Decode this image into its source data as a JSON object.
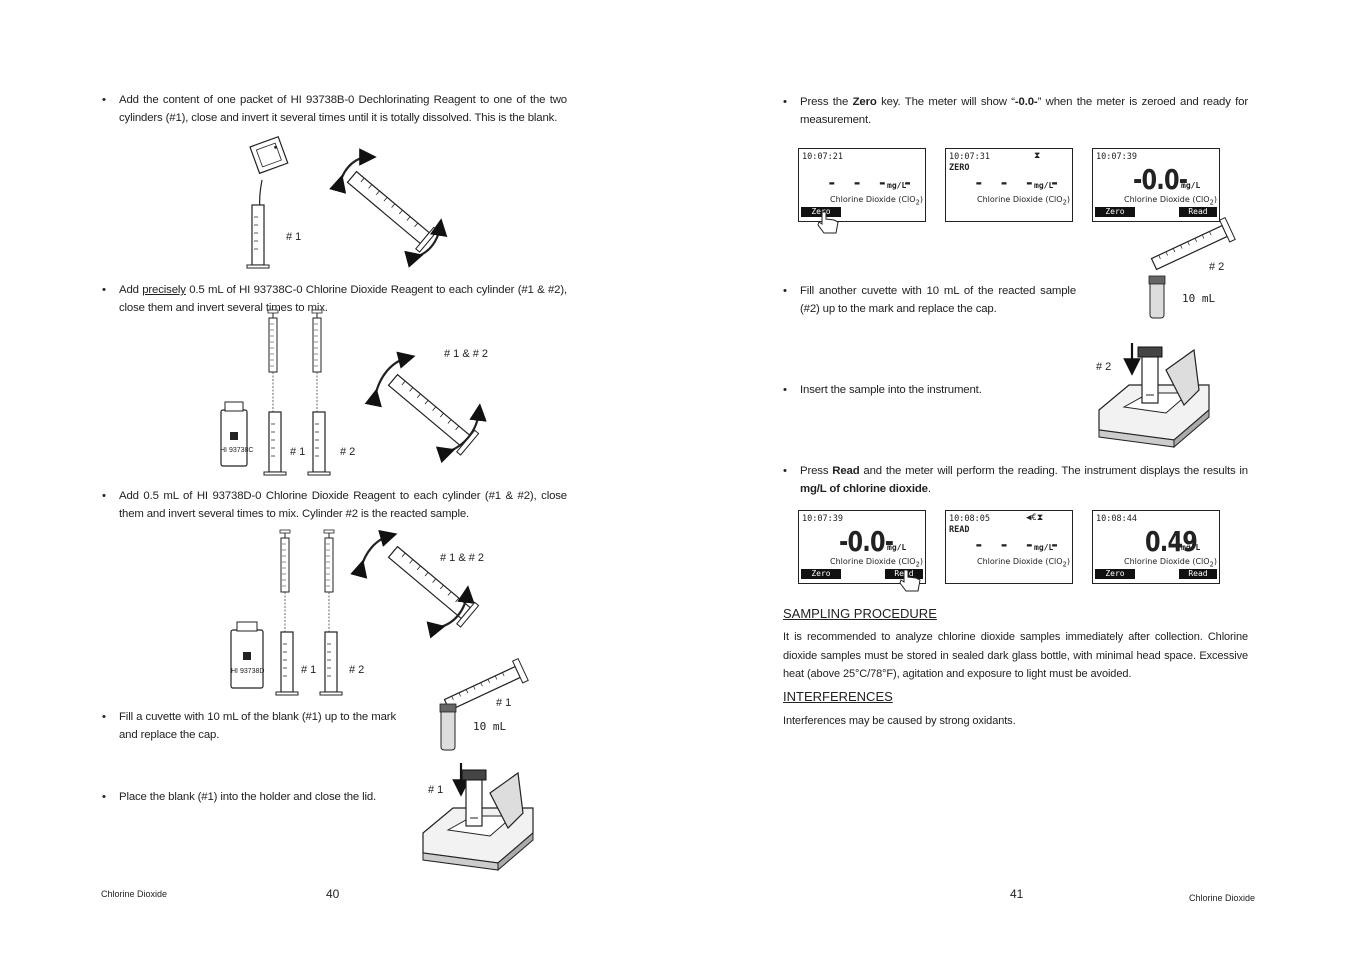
{
  "left_page": {
    "steps": {
      "s1": "Add the content of one packet of HI 93738B-0 Dechlorinating Reagent to one of the two cylinders (#1), close and invert it several times until it is totally dissolved. This is the blank.",
      "s2_a": "Add ",
      "s2_u": "precisely",
      "s2_b": " 0.5 mL of HI 93738C-0 Chlorine Dioxide Reagent to each cylinder (#1 & #2), close them and invert several times to mix.",
      "s3": "Add 0.5 mL of HI 93738D-0 Chlorine Dioxide Reagent to each cylinder (#1 & #2), close them and invert several times to mix. Cylinder #2 is the reacted sample.",
      "s4": "Fill a cuvette with 10 mL of the blank (#1) up to the mark and replace the cap.",
      "s5": "Place the blank (#1) into the holder and close the lid."
    },
    "labels": {
      "c1": "# 1",
      "c2_1": "# 1",
      "c2_2": "# 2",
      "c2_both": "# 1 & # 2",
      "bottle_c": "HI 93738C",
      "c3_1": "# 1",
      "c3_2": "# 2",
      "c3_both": "# 1 & # 2",
      "bottle_d": "HI 93738D",
      "c4": "# 1",
      "c4_vol": "10 mL",
      "c5": "# 1"
    },
    "footer": {
      "title": "Chlorine Dioxide",
      "page": "40"
    }
  },
  "right_page": {
    "steps": {
      "r1_a": "Press the ",
      "r1_b": "Zero",
      "r1_c": " key. The meter will show “",
      "r1_d": "-0.0-",
      "r1_e": "” when the meter is zeroed and ready for measurement.",
      "r2": "Fill another cuvette with 10 mL of the reacted sample (#2) up to the mark and replace the cap.",
      "r3": "Insert the sample into the instrument.",
      "r4_a": "Press ",
      "r4_b": "Read",
      "r4_c": " and the meter will perform the reading. The instrument displays the results in ",
      "r4_d": "mg/L of chlorine dioxide",
      "r4_e": "."
    },
    "labels": {
      "r2_num": "# 2",
      "r2_vol": "10 mL",
      "r3_num": "# 2"
    },
    "screens": {
      "a1": {
        "time": "10:07:21",
        "dashes": "- - - -",
        "unit": "mg/L",
        "param": "Chlorine Dioxide (ClO",
        "sub": "2",
        "close": ")",
        "btn_left": "Zero"
      },
      "a2": {
        "time": "10:07:31",
        "mode": "ZERO",
        "icon": "⧗",
        "dashes": "- - - -",
        "unit": "mg/L",
        "param": "Chlorine Dioxide (ClO",
        "sub": "2",
        "close": ")"
      },
      "a3": {
        "time": "10:07:39",
        "value": "-0.0-",
        "unit": "mg/L",
        "param": "Chlorine Dioxide (ClO",
        "sub": "2",
        "close": ")",
        "btn_left": "Zero",
        "btn_right": "Read"
      },
      "b1": {
        "time": "10:07:39",
        "value": "-0.0-",
        "unit": "mg/L",
        "param": "Chlorine Dioxide (ClO",
        "sub": "2",
        "close": ")",
        "btn_left": "Zero",
        "btn_right": "Read"
      },
      "b2": {
        "time": "10:08:05",
        "mode": "READ",
        "icon": "◀€⧗",
        "dashes": "- - - -",
        "unit": "mg/L",
        "param": "Chlorine Dioxide (ClO",
        "sub": "2",
        "close": ")"
      },
      "b3": {
        "time": "10:08:44",
        "value": "0.49",
        "unit": "mg/L",
        "param": "Chlorine Dioxide (ClO",
        "sub": "2",
        "close": ")",
        "btn_left": "Zero",
        "btn_right": "Read"
      }
    },
    "sampling": {
      "heading": "SAMPLING PROCEDURE",
      "text": "It is recommended to analyze chlorine dioxide samples immediately  after collection. Chlorine dioxide samples must be stored in sealed dark glass bottle, with minimal head space. Excessive heat (above 25°C/78°F), agitation and exposure to light must be avoided."
    },
    "interferences": {
      "heading": "INTERFERENCES",
      "text": "Interferences may be caused by strong oxidants."
    },
    "footer": {
      "title": "Chlorine Dioxide",
      "page": "41"
    }
  }
}
